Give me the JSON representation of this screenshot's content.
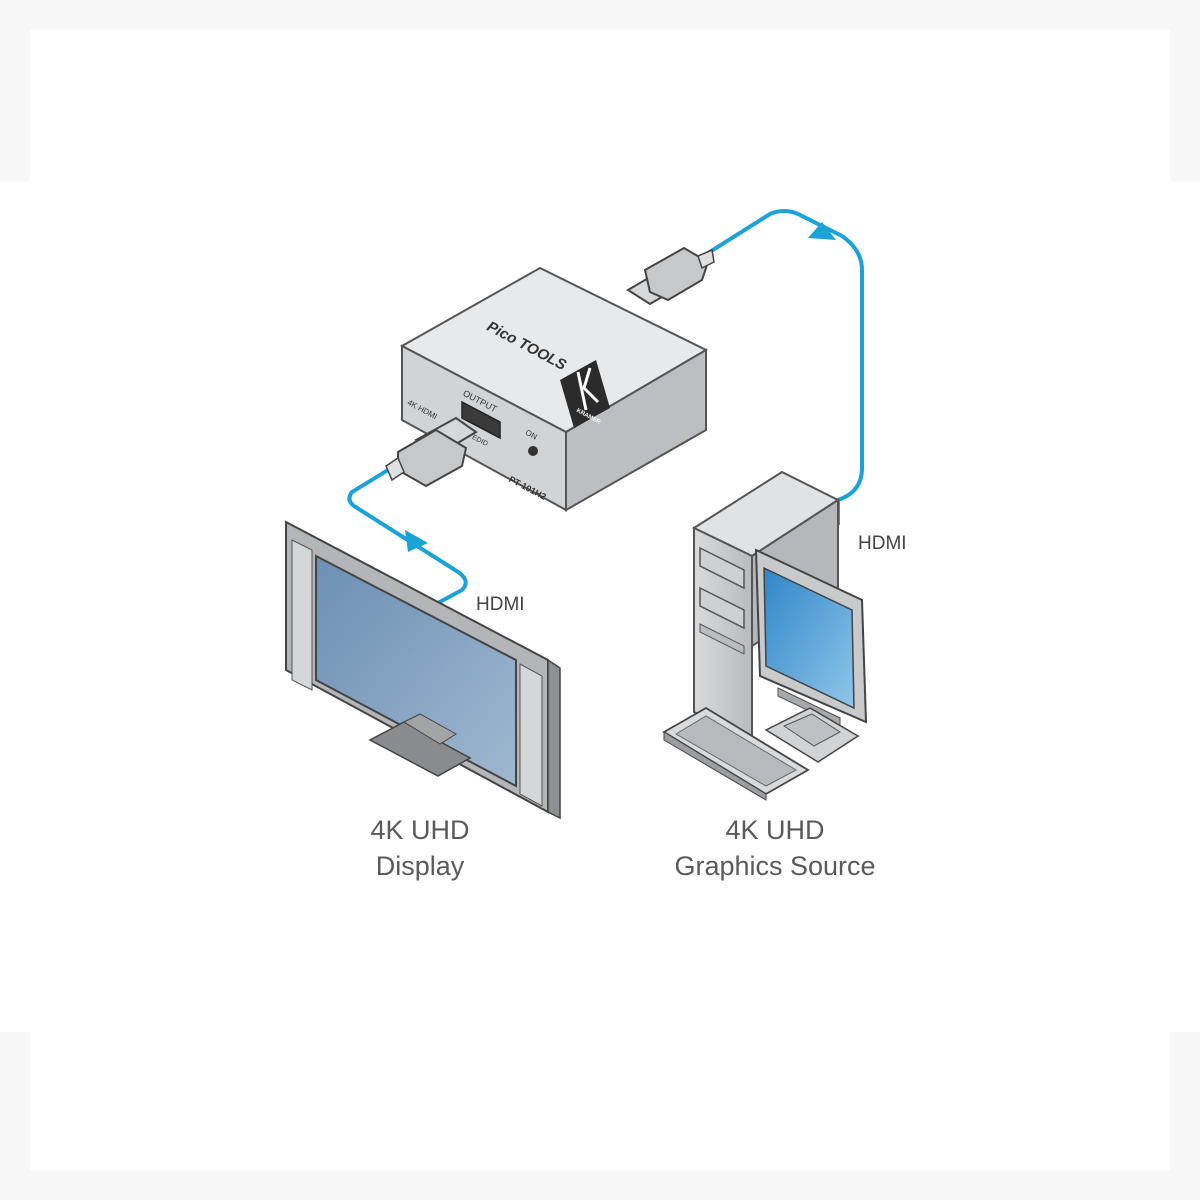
{
  "device": {
    "brand_line": "Pico TOOLS",
    "output_label": "OUTPUT",
    "port_label": "4K HDMI",
    "edid_label": "EDID",
    "on_label": "ON",
    "model": "PT-101H2",
    "logo_text": "KRAMER"
  },
  "cables": {
    "display_cable_label": "HDMI",
    "source_cable_label": "HDMI"
  },
  "captions": {
    "display_line1": "4K UHD",
    "display_line2": "Display",
    "source_line1": "4K UHD",
    "source_line2": "Graphics Source"
  },
  "colors": {
    "cable": "#1aa3d9",
    "screen": "#7f9fc0",
    "body_gray": "#c8c9cb",
    "caption": "#5a5a5a"
  }
}
